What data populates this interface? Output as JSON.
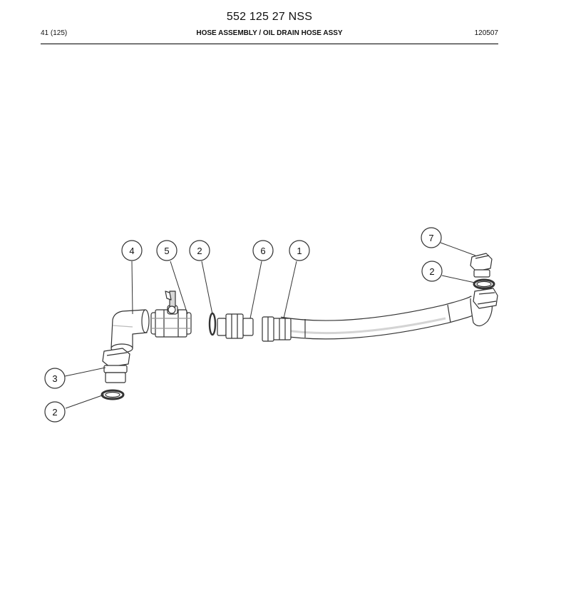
{
  "header": {
    "document_number": "552 125 27 NSS",
    "page_ref": "41 (125)",
    "title": "HOSE ASSEMBLY / OIL DRAIN HOSE ASSY",
    "revision": "120507"
  },
  "callouts": [
    {
      "label": "4"
    },
    {
      "label": "5"
    },
    {
      "label": "2"
    },
    {
      "label": "6"
    },
    {
      "label": "1"
    },
    {
      "label": "7"
    },
    {
      "label": "2"
    },
    {
      "label": "3"
    },
    {
      "label": "2"
    }
  ],
  "colors": {
    "line": "#333333",
    "part_fill": "#ffffff",
    "shade": "#cfcfcf"
  }
}
